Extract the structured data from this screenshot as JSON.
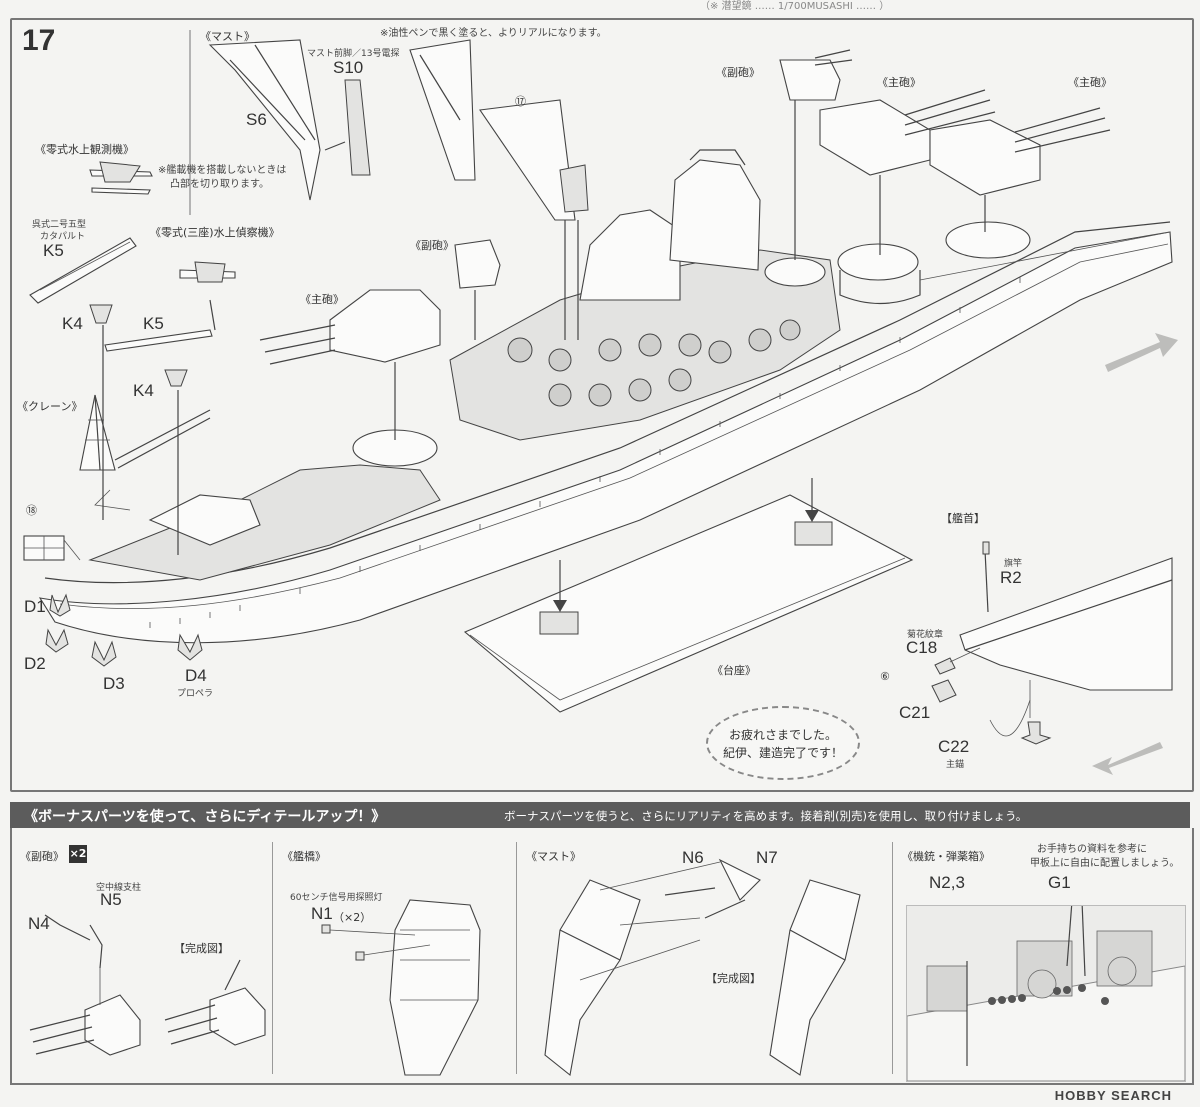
{
  "top_fragment": "（※ 潜望鏡 …… 1/700MUSASHI …… ）",
  "step": "17",
  "main": {
    "mast_title": "《マスト》",
    "mast_front_leg": "マスト前脚／13号電探",
    "oil_pen_note": "※油性ペンで黒く塗ると、よりリアルになります。",
    "parts": {
      "s10": "S10",
      "s6": "S6",
      "k5_top": "K5",
      "k4_left": "K4",
      "k5_mid": "K5",
      "k4_mid": "K4",
      "d1": "D1",
      "d2": "D2",
      "d3": "D3",
      "d4": "D4",
      "r2": "R2",
      "c18": "C18",
      "c21": "C21",
      "c22": "C22"
    },
    "zero_obs_title": "《零式水上観測機》",
    "aircraft_note_1": "※艦載機を搭載しないときは",
    "aircraft_note_2": "凸部を切り取ります。",
    "catapult_1": "呉式二号五型",
    "catapult_2": "カタパルト",
    "zero_recon_title": "《零式(三座)水上偵察機》",
    "crane_title": "《クレーン》",
    "secondary_gun_1": "《副砲》",
    "secondary_gun_2": "《副砲》",
    "main_gun_1": "《主砲》",
    "main_gun_2": "《主砲》",
    "main_gun_3": "《主砲》",
    "circled_17": "⑰",
    "circled_18": "⑱",
    "circled_6": "⑥",
    "propeller": "プロペラ",
    "bow_title": "【艦首】",
    "flagpole": "旗竿",
    "chrysanthemum": "菊花紋章",
    "main_anchor": "主錨",
    "stand_title": "《台座》",
    "bubble_line1": "お疲れさまでした。",
    "bubble_line2": "紀伊、建造完了です！"
  },
  "bonus": {
    "title": "《ボーナスパーツを使って、さらにディテールアップ！》",
    "description": "ボーナスパーツを使うと、さらにリアリティを高めます。接着剤(別売)を使用し、取り付けましょう。",
    "col1": {
      "title": "《副砲》",
      "multiplier": "×2",
      "antenna": "空中線支柱",
      "n5": "N5",
      "n4": "N4",
      "complete": "【完成図】"
    },
    "col2": {
      "title": "《艦橋》",
      "searchlight": "60センチ信号用探照灯",
      "n1": "N1",
      "n1_qty": "（×2）"
    },
    "col3": {
      "title": "《マスト》",
      "n6": "N6",
      "n7": "N7",
      "complete": "【完成図】"
    },
    "col4": {
      "title": "《機銃・弾薬箱》",
      "note_1": "お手持ちの資料を参考に",
      "note_2": "甲板上に自由に配置しましょう。",
      "n23": "N2,3",
      "g1": "G1"
    }
  },
  "footer": {
    "logo": "HOBBY SEARCH"
  }
}
